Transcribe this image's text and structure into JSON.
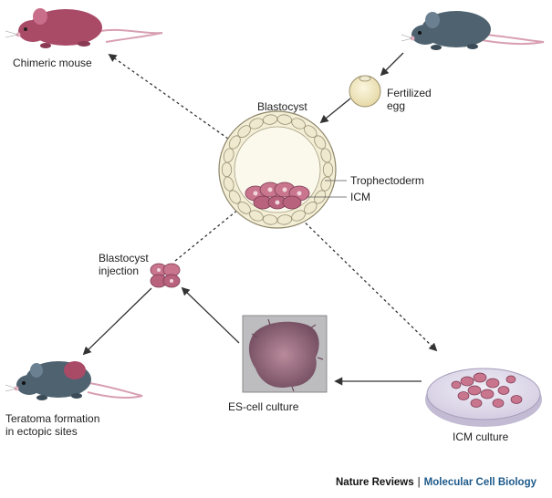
{
  "labels": {
    "chimeric_mouse": "Chimeric mouse",
    "blastocyst": "Blastocyst",
    "fertilized_line1": "Fertilized",
    "fertilized_line2": "egg",
    "trophectoderm": "Trophectoderm",
    "icm": "ICM",
    "blastocyst_injection_line1": "Blastocyst",
    "blastocyst_injection_line2": "injection",
    "es_cell_culture": "ES-cell culture",
    "icm_culture": "ICM culture",
    "teratoma_line1": "Teratoma formation",
    "teratoma_line2": "in ectopic sites"
  },
  "credit": {
    "publisher": "Nature Reviews",
    "separator": "|",
    "journal": "Molecular Cell Biology"
  },
  "colors": {
    "mouse_chimeric": "#a94a67",
    "mouse_gray": "#4e6270",
    "icm_cells": "#c9758e",
    "trophectoderm_cells": "#efe9cf",
    "dish": "#ddd7e8",
    "arrow": "#333333"
  }
}
